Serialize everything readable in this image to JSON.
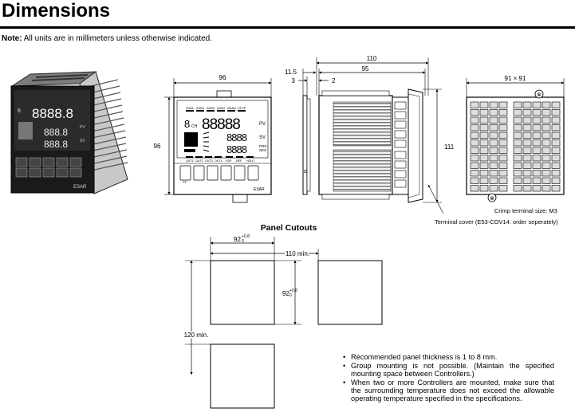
{
  "page": {
    "title": "Dimensions",
    "note_label": "Note:",
    "note_text": " All units are in millimeters unless otherwise indicated."
  },
  "front_view": {
    "width": "96",
    "height": "96",
    "labels": {
      "sub1": "SUB1",
      "sub2": "SUB2",
      "sub3": "SUB3",
      "sub4": "SUB4",
      "man": "MANU",
      "stop": "STOP",
      "pv": "PV",
      "sv": "SV",
      "prg": "PRG.",
      "ses": "SES",
      "out1": "OUT1",
      "out2": "OUT2",
      "out3": "OUT3",
      "out4": "OUT4",
      "rsp": "RSP",
      "ref": "REF",
      "hold": "HOLD",
      "pf": "PF",
      "brand": "ESAR",
      "ch": "CH",
      "pv_digits": "88888",
      "sv_digits": "8888",
      "prg_digits": "8888"
    }
  },
  "side_view": {
    "overall": "110",
    "depth": "95",
    "bezel": "11.5",
    "gap1": "3",
    "gap2": "2",
    "height": "111"
  },
  "rear_view": {
    "size": "91 × 91",
    "crimp": "Crimp terminal size: M3",
    "cover": "Terminal cover (E53-COV14: order seperately)"
  },
  "cutouts": {
    "heading": "Panel Cutouts",
    "width_label": "92",
    "tol_plus": "+0.8",
    "tol_zero": "0",
    "height_label": "92",
    "h_spacing": "110 min.",
    "v_spacing": "120 min."
  },
  "notes": [
    "Recommended panel thickness is 1 to 8 mm.",
    "Group mounting is not possible. (Maintain the specified mounting space between Controllers.)",
    "When two or more Controllers are mounted, make sure that the surrounding temperature does not exceed the allowable operating temperature specified in the specifications."
  ]
}
